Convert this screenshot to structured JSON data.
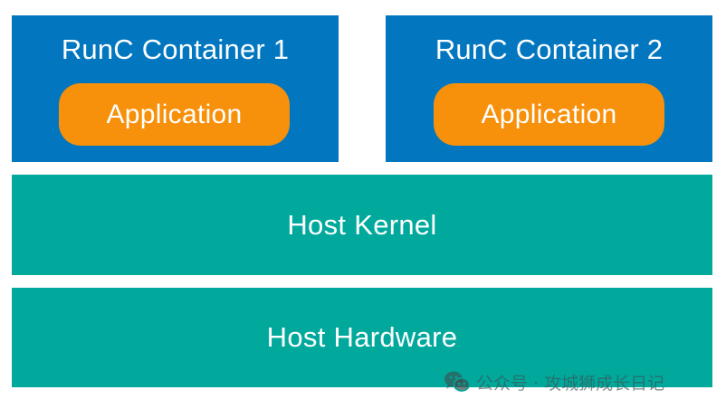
{
  "diagram": {
    "containers": [
      {
        "title": "RunC Container 1",
        "app_label": "Application"
      },
      {
        "title": "RunC Container 2",
        "app_label": "Application"
      }
    ],
    "layers": {
      "kernel": "Host Kernel",
      "hardware": "Host Hardware"
    },
    "colors": {
      "container": "#0277c0",
      "application": "#f7900a",
      "layer": "#00a99c",
      "text": "#ffffff"
    }
  },
  "watermark": {
    "icon": "wechat-icon",
    "text": "公众号 · 攻城狮成长日记"
  }
}
